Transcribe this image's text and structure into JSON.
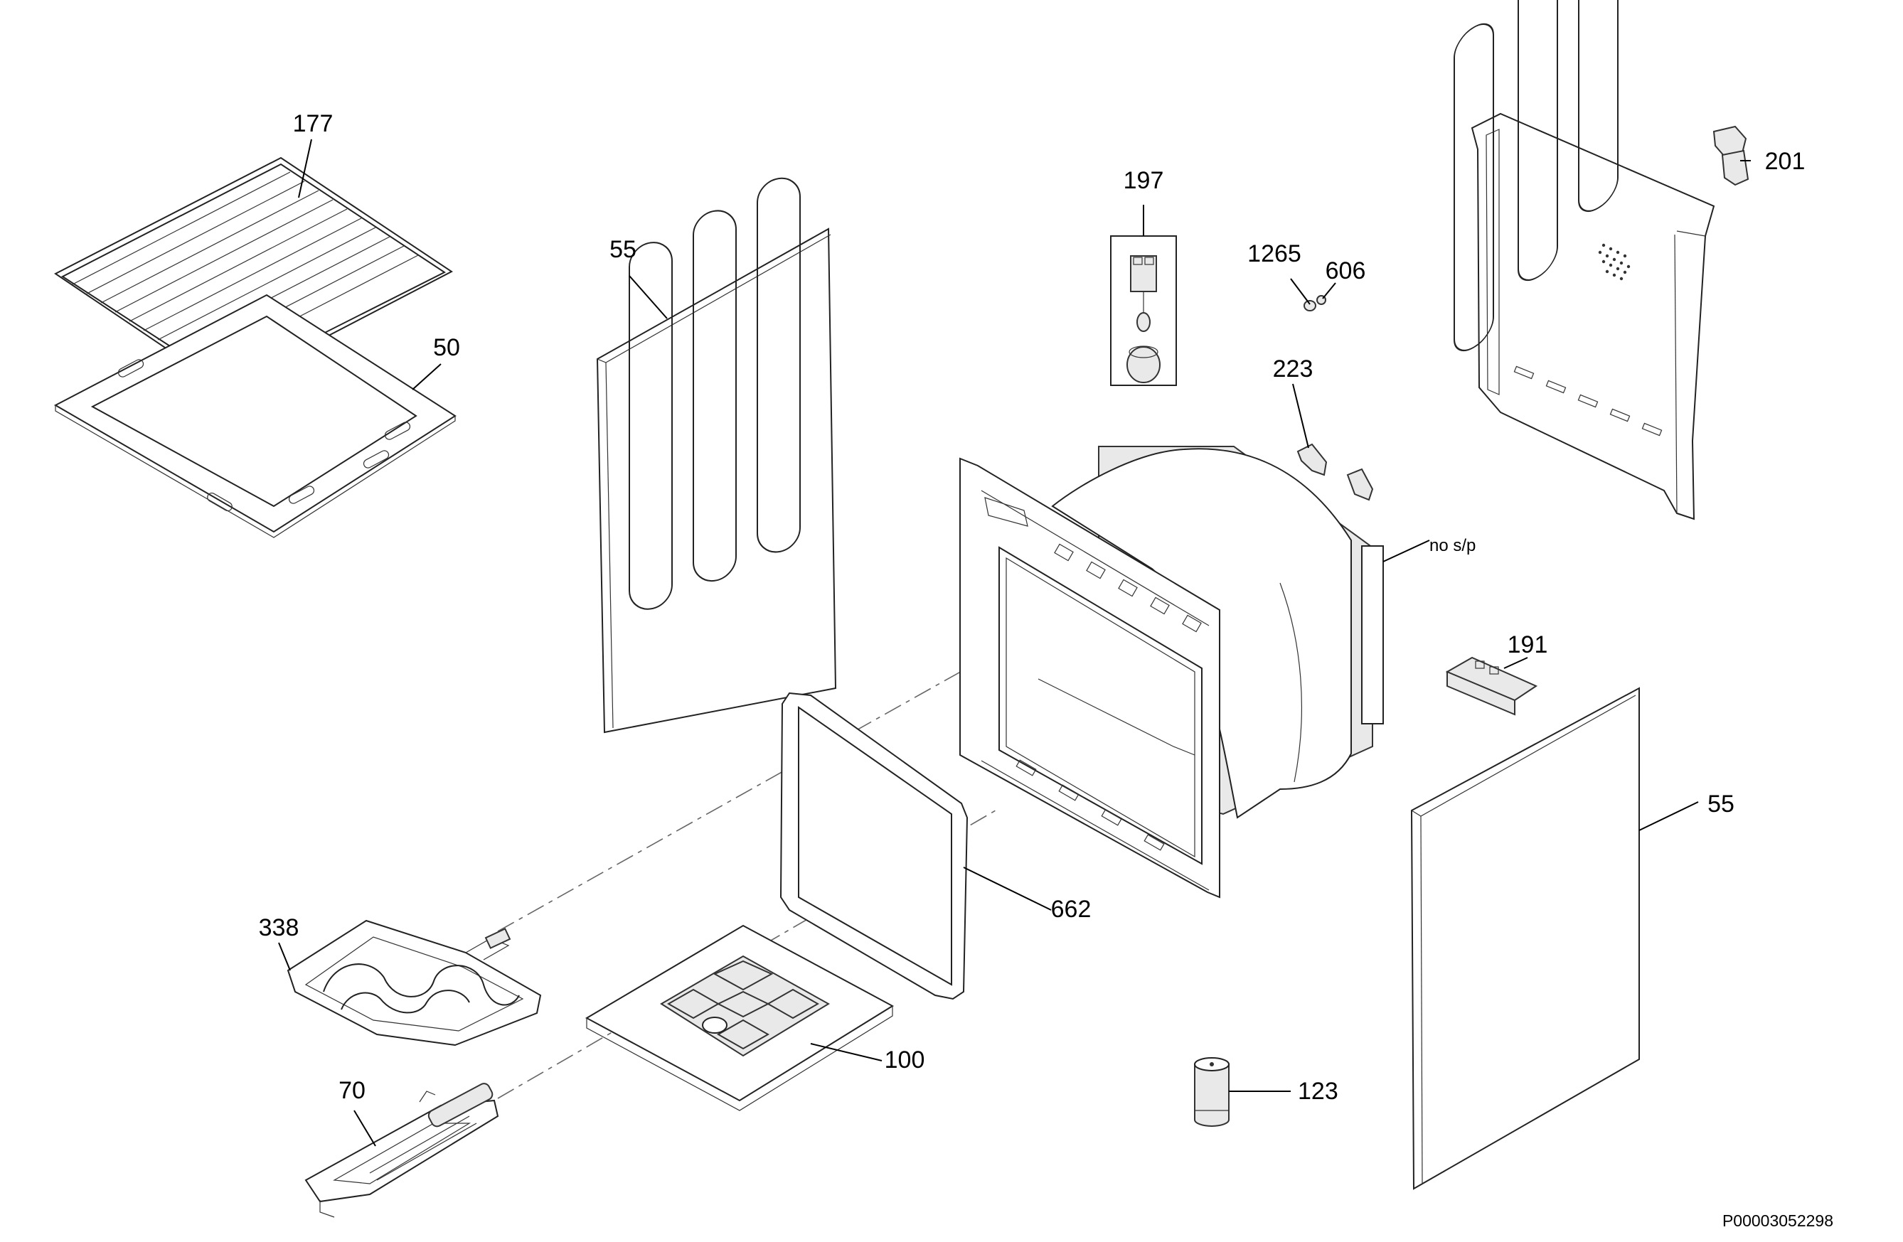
{
  "callouts": {
    "rack": "177",
    "rack_frame": "50",
    "side_panel_left": "55",
    "lamp_assembly": "197",
    "part_1265": "1265",
    "part_606": "606",
    "brackets": "223",
    "back_panel_clip": "201",
    "no_spare_part": "no s/p",
    "module": "191",
    "side_panel_right": "55",
    "door_seal": "662",
    "grill_element": "338",
    "bottom_plate": "100",
    "burner": "70",
    "cylinder": "123"
  },
  "document_id": "P00003052298"
}
